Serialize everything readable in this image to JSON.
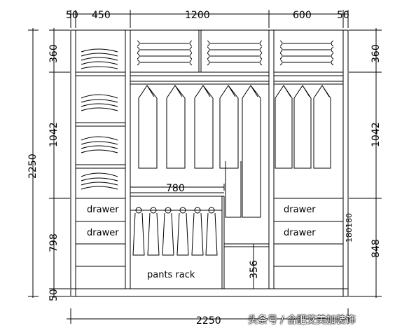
{
  "dims": {
    "top": [
      "50",
      "450",
      "1200",
      "600",
      "50"
    ],
    "bottom": "2250",
    "left_total": "2250",
    "left_parts": [
      "360",
      "1042",
      "798",
      "50"
    ],
    "right_parts": [
      "360",
      "1042",
      "848"
    ],
    "right_small": "180180",
    "inner_width": "780",
    "inner_height": "356"
  },
  "labels": {
    "drawer": "drawer",
    "pants_rack": "pants rack"
  },
  "watermark": "头条号 / 合肥艾美加装饰"
}
